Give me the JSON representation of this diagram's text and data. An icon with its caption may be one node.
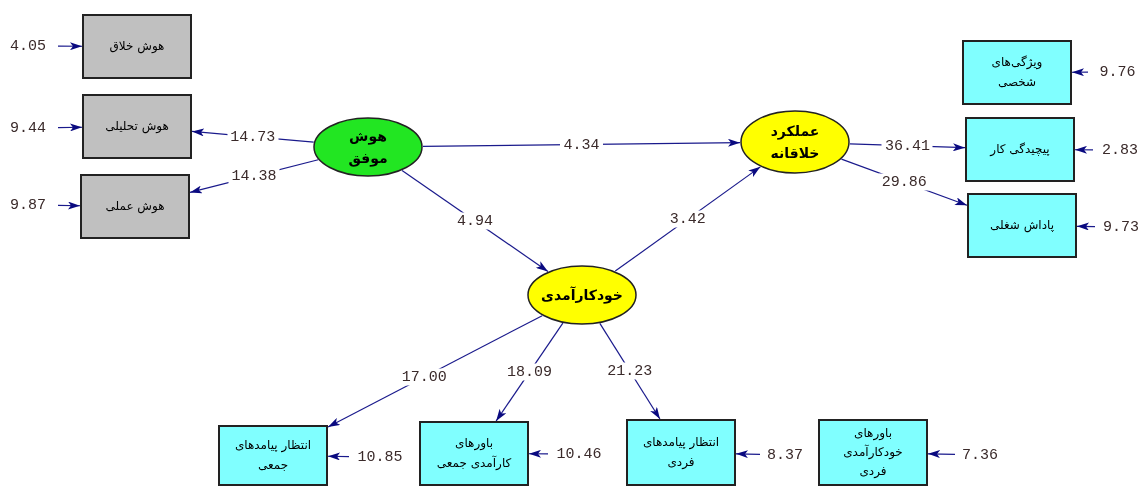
{
  "diagram": {
    "nodes": [
      {
        "text": [
          "هوش موفق"
        ]
      },
      {
        "text": [
          "عملکرد خلاقانه"
        ]
      },
      {
        "text": [
          "خودکارآمدی"
        ]
      },
      {
        "text": [
          "هوش خلاق"
        ]
      },
      {
        "text": [
          "هوش تحلیلی"
        ]
      },
      {
        "text": [
          "هوش عملی"
        ]
      },
      {
        "text": [
          "ویژگی‌های شخصی"
        ]
      },
      {
        "text": [
          "پیچیدگی کار"
        ]
      },
      {
        "text": [
          "پاداش شغلی"
        ]
      },
      {
        "text": [
          "انتظار پیامدهای جمعی"
        ]
      },
      {
        "text": [
          "باورهای کارآمدی جمعی"
        ]
      },
      {
        "text": [
          "انتظار پیامدهای فردی"
        ]
      },
      {
        "text": [
          "باورهای خودکارآمدی فردی"
        ]
      },
      {
        "text": [
          "4.05"
        ]
      },
      {
        "text": [
          "9.44"
        ]
      },
      {
        "text": [
          "9.87"
        ]
      },
      {
        "text": [
          "9.76"
        ]
      },
      {
        "text": [
          "2.83"
        ]
      },
      {
        "text": [
          "9.73"
        ]
      },
      {
        "text": [
          "10.85"
        ]
      },
      {
        "text": [
          "10.46"
        ]
      },
      {
        "text": [
          "8.37"
        ]
      },
      {
        "text": [
          "7.36"
        ]
      }
    ],
    "edges": [
      {
        "from": 0,
        "to": 4,
        "arrow": "to",
        "label": "14.73"
      },
      {
        "from": 0,
        "to": 5,
        "arrow": "to",
        "label": "14.38"
      },
      {
        "from": 0,
        "to": 1,
        "arrow": "to",
        "label": "4.34"
      },
      {
        "from": 0,
        "to": 2,
        "arrow": "to",
        "label": "4.94"
      },
      {
        "from": 2,
        "to": 1,
        "arrow": "to",
        "label": "3.42"
      },
      {
        "from": 1,
        "to": 7,
        "arrow": "to",
        "label": "36.41"
      },
      {
        "from": 1,
        "to": 8,
        "arrow": "to",
        "label": "29.86"
      },
      {
        "from": 2,
        "to": 9,
        "arrow": "to",
        "label": "17.00"
      },
      {
        "from": 2,
        "to": 10,
        "arrow": "to",
        "label": "18.09"
      },
      {
        "from": 2,
        "to": 11,
        "arrow": "to",
        "label": "21.23"
      },
      {
        "from": 13,
        "to": 3,
        "arrow": "to"
      },
      {
        "from": 14,
        "to": 4,
        "arrow": "to"
      },
      {
        "from": 15,
        "to": 5,
        "arrow": "to"
      },
      {
        "from": 16,
        "to": 6,
        "arrow": "to"
      },
      {
        "from": 17,
        "to": 7,
        "arrow": "to"
      },
      {
        "from": 18,
        "to": 8,
        "arrow": "to"
      },
      {
        "from": 19,
        "to": 9,
        "arrow": "to"
      },
      {
        "from": 20,
        "to": 10,
        "arrow": "to"
      },
      {
        "from": 21,
        "to": 11,
        "arrow": "to"
      },
      {
        "from": 22,
        "to": 12,
        "arrow": "to"
      }
    ]
  }
}
